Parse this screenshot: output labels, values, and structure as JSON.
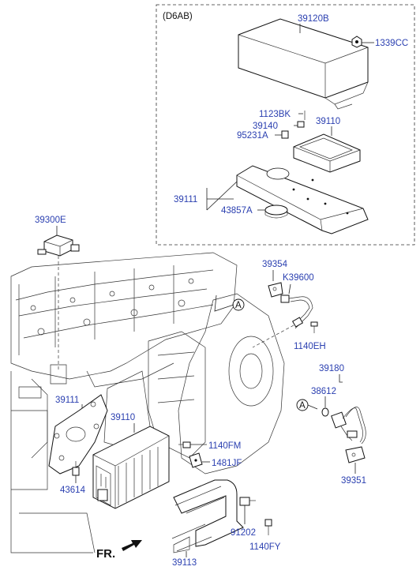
{
  "variant_label": "(D6AB)",
  "parts": {
    "p39120B": "39120B",
    "p1339CC": "1339CC",
    "p1123BK": "1123BK",
    "p39140": "39140",
    "p95231A": "95231A",
    "p39110_top": "39110",
    "p39111_top": "39111",
    "p43857A": "43857A",
    "p39300E": "39300E",
    "p39354": "39354",
    "pK39600": "K39600",
    "p1140EH": "1140EH",
    "p39180": "39180",
    "p38612": "38612",
    "p39351": "39351",
    "p39111_bottom": "39111",
    "p39110_bottom": "39110",
    "p1140FM": "1140FM",
    "p1481JF": "1481JF",
    "p43614": "43614",
    "p91202": "91202",
    "p1140FY": "1140FY",
    "p39113": "39113"
  },
  "callouts": {
    "a1": "A",
    "a2": "A"
  },
  "front_label": "FR.",
  "colors": {
    "label": "#2a3fb0",
    "line": "#222222"
  }
}
